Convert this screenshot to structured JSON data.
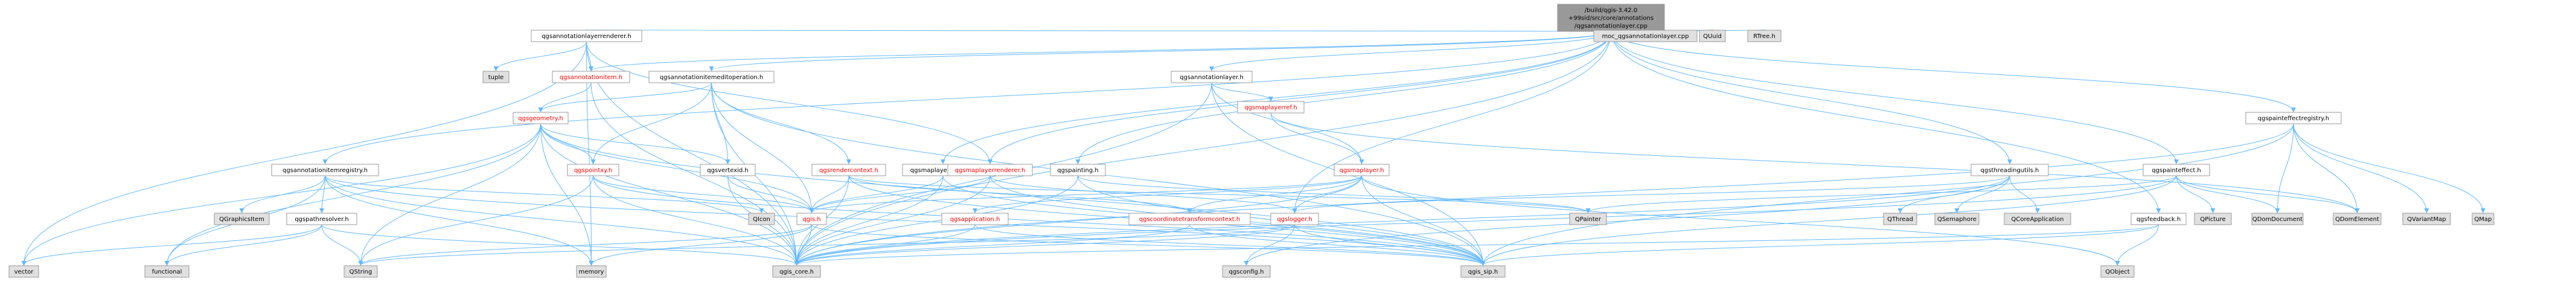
{
  "root": {
    "label": "/build/qgis-3.42.0+99sid/src/core/annotations/qgsannotationlayer.cpp"
  },
  "nodes": [
    {
      "id": "root",
      "lines": [
        "/build/qgis-3.42.0",
        "+99sid/src/core/annotations",
        "/qgsannotationlayer.cpp"
      ],
      "kind": "root"
    },
    {
      "id": "renderer",
      "lines": [
        "qgsannotationlayerrenderer.h"
      ],
      "kind": "plain"
    },
    {
      "id": "tuple",
      "lines": [
        "tuple"
      ],
      "kind": "grey"
    },
    {
      "id": "item",
      "lines": [
        "qgsannotationitem.h"
      ],
      "kind": "red"
    },
    {
      "id": "editop",
      "lines": [
        "qgsannotationitemeditoperation.h"
      ],
      "kind": "plain"
    },
    {
      "id": "geometry",
      "lines": [
        "qgsgeometry.h"
      ],
      "kind": "red"
    },
    {
      "id": "pointxy",
      "lines": [
        "qgspointxy.h"
      ],
      "kind": "red"
    },
    {
      "id": "vertexid",
      "lines": [
        "qgsvertexid.h"
      ],
      "kind": "plain"
    },
    {
      "id": "rendercontext",
      "lines": [
        "qgsrendercontext.h"
      ],
      "kind": "red"
    },
    {
      "id": "registry",
      "lines": [
        "qgsannotationitemregistry.h"
      ],
      "kind": "plain"
    },
    {
      "id": "qgraphicsitem",
      "lines": [
        "QGraphicsItem"
      ],
      "kind": "grey"
    },
    {
      "id": "pathresolver",
      "lines": [
        "qgspathresolver.h"
      ],
      "kind": "plain"
    },
    {
      "id": "vector",
      "lines": [
        "vector"
      ],
      "kind": "grey"
    },
    {
      "id": "functional",
      "lines": [
        "functional"
      ],
      "kind": "grey"
    },
    {
      "id": "qstring",
      "lines": [
        "QString"
      ],
      "kind": "grey"
    },
    {
      "id": "memory",
      "lines": [
        "memory"
      ],
      "kind": "grey"
    },
    {
      "id": "qgis_core",
      "lines": [
        "qgis_core.h"
      ],
      "kind": "grey"
    },
    {
      "id": "layerfactory",
      "lines": [
        "qgsmaplayerfactory.h"
      ],
      "kind": "plain"
    },
    {
      "id": "qicon",
      "lines": [
        "QIcon"
      ],
      "kind": "grey"
    },
    {
      "id": "qgis_h",
      "lines": [
        "qgis.h"
      ],
      "kind": "red"
    },
    {
      "id": "application",
      "lines": [
        "qgsapplication.h"
      ],
      "kind": "red"
    },
    {
      "id": "coordtransform",
      "lines": [
        "qgscoordinatetransformcontext.h"
      ],
      "kind": "red"
    },
    {
      "id": "maplayerrenderer",
      "lines": [
        "qgsmaplayerrenderer.h"
      ],
      "kind": "red"
    },
    {
      "id": "painting",
      "lines": [
        "qgspainting.h"
      ],
      "kind": "plain"
    },
    {
      "id": "annotationlayer",
      "lines": [
        "qgsannotationlayer.h"
      ],
      "kind": "plain"
    },
    {
      "id": "maplayerref",
      "lines": [
        "qgsmaplayerref.h"
      ],
      "kind": "red"
    },
    {
      "id": "maplayer",
      "lines": [
        "qgsmaplayer.h"
      ],
      "kind": "red"
    },
    {
      "id": "logger",
      "lines": [
        "qgslogger.h"
      ],
      "kind": "red"
    },
    {
      "id": "qgsconfig",
      "lines": [
        "qgsconfig.h"
      ],
      "kind": "grey"
    },
    {
      "id": "qgis_sip",
      "lines": [
        "qgis_sip.h"
      ],
      "kind": "grey"
    },
    {
      "id": "qpainter",
      "lines": [
        "QPainter"
      ],
      "kind": "grey"
    },
    {
      "id": "threadingutils",
      "lines": [
        "qgsthreadingutils.h"
      ],
      "kind": "plain"
    },
    {
      "id": "qthread",
      "lines": [
        "QThread"
      ],
      "kind": "grey"
    },
    {
      "id": "qsemaphore",
      "lines": [
        "QSemaphore"
      ],
      "kind": "grey"
    },
    {
      "id": "qcoreapp",
      "lines": [
        "QCoreApplication"
      ],
      "kind": "grey"
    },
    {
      "id": "qobject",
      "lines": [
        "QObject"
      ],
      "kind": "grey"
    },
    {
      "id": "feedback",
      "lines": [
        "qgsfeedback.h"
      ],
      "kind": "plain"
    },
    {
      "id": "painteffect",
      "lines": [
        "qgspainteffect.h"
      ],
      "kind": "plain"
    },
    {
      "id": "qpicture",
      "lines": [
        "QPicture"
      ],
      "kind": "grey"
    },
    {
      "id": "qdomdocument",
      "lines": [
        "QDomDocument"
      ],
      "kind": "grey"
    },
    {
      "id": "qdomelement",
      "lines": [
        "QDomElement"
      ],
      "kind": "grey"
    },
    {
      "id": "effectregistry",
      "lines": [
        "qgspainteffectregistry.h"
      ],
      "kind": "plain"
    },
    {
      "id": "qvariantmap",
      "lines": [
        "QVariantMap"
      ],
      "kind": "grey"
    },
    {
      "id": "qmap",
      "lines": [
        "QMap"
      ],
      "kind": "grey"
    },
    {
      "id": "moc",
      "lines": [
        "moc_qgsannotationlayer.cpp"
      ],
      "kind": "grey"
    },
    {
      "id": "quuid",
      "lines": [
        "QUuid"
      ],
      "kind": "grey"
    },
    {
      "id": "rtree",
      "lines": [
        "RTree.h"
      ],
      "kind": "grey"
    }
  ],
  "edges": [
    [
      "root",
      "renderer"
    ],
    [
      "root",
      "editop"
    ],
    [
      "root",
      "item"
    ],
    [
      "root",
      "registry"
    ],
    [
      "root",
      "annotationlayer"
    ],
    [
      "root",
      "maplayerrenderer"
    ],
    [
      "root",
      "painting"
    ],
    [
      "root",
      "layerfactory"
    ],
    [
      "root",
      "threadingutils"
    ],
    [
      "root",
      "feedback"
    ],
    [
      "root",
      "painteffect"
    ],
    [
      "root",
      "effectregistry"
    ],
    [
      "root",
      "moc"
    ],
    [
      "root",
      "quuid"
    ],
    [
      "root",
      "rtree"
    ],
    [
      "root",
      "qgis_core"
    ],
    [
      "root",
      "logger"
    ],
    [
      "renderer",
      "tuple"
    ],
    [
      "renderer",
      "item"
    ],
    [
      "renderer",
      "maplayerrenderer"
    ],
    [
      "renderer",
      "vector"
    ],
    [
      "renderer",
      "memory"
    ],
    [
      "renderer",
      "qgis_core"
    ],
    [
      "item",
      "geometry"
    ],
    [
      "item",
      "qgis_core"
    ],
    [
      "editop",
      "geometry"
    ],
    [
      "editop",
      "vertexid"
    ],
    [
      "editop",
      "rendercontext"
    ],
    [
      "editop",
      "pointxy"
    ],
    [
      "editop",
      "qgis_h"
    ],
    [
      "editop",
      "qgis_core"
    ],
    [
      "editop",
      "qgis_sip"
    ],
    [
      "geometry",
      "functional"
    ],
    [
      "geometry",
      "vector"
    ],
    [
      "geometry",
      "qstring"
    ],
    [
      "geometry",
      "memory"
    ],
    [
      "geometry",
      "qgis_core"
    ],
    [
      "geometry",
      "pointxy"
    ],
    [
      "geometry",
      "vertexid"
    ],
    [
      "geometry",
      "qgis_sip"
    ],
    [
      "geometry",
      "qgis_h"
    ],
    [
      "pointxy",
      "qgis_h"
    ],
    [
      "pointxy",
      "qstring"
    ],
    [
      "pointxy",
      "qgis_core"
    ],
    [
      "pointxy",
      "qgis_sip"
    ],
    [
      "vertexid",
      "qgis_core"
    ],
    [
      "vertexid",
      "qgis_h"
    ],
    [
      "rendercontext",
      "qgis_core"
    ],
    [
      "rendercontext",
      "qgis_sip"
    ],
    [
      "rendercontext",
      "qpainter"
    ],
    [
      "rendercontext",
      "coordtransform"
    ],
    [
      "rendercontext",
      "qgis_h"
    ],
    [
      "registry",
      "qgraphicsitem"
    ],
    [
      "registry",
      "pathresolver"
    ],
    [
      "registry",
      "qicon"
    ],
    [
      "registry",
      "qgis_core"
    ],
    [
      "registry",
      "qgis_sip"
    ],
    [
      "registry",
      "functional"
    ],
    [
      "registry",
      "memory"
    ],
    [
      "pathresolver",
      "vector"
    ],
    [
      "pathresolver",
      "functional"
    ],
    [
      "pathresolver",
      "qstring"
    ],
    [
      "pathresolver",
      "qgis_core"
    ],
    [
      "layerfactory",
      "qgis_core"
    ],
    [
      "layerfactory",
      "qgis_h"
    ],
    [
      "layerfactory",
      "qgis_sip"
    ],
    [
      "qgis_h",
      "qgis_core"
    ],
    [
      "qgis_h",
      "memory"
    ],
    [
      "qgis_h",
      "qstring"
    ],
    [
      "qgis_h",
      "qgis_sip"
    ],
    [
      "application",
      "qgis_core"
    ],
    [
      "application",
      "qgis_sip"
    ],
    [
      "coordtransform",
      "qgis_core"
    ],
    [
      "coordtransform",
      "qgis_sip"
    ],
    [
      "maplayerrenderer",
      "qgis_core"
    ],
    [
      "maplayerrenderer",
      "qgis_sip"
    ],
    [
      "maplayerrenderer",
      "qgis_h"
    ],
    [
      "maplayerrenderer",
      "logger"
    ],
    [
      "painting",
      "qgis_core"
    ],
    [
      "painting",
      "qgis_sip"
    ],
    [
      "painting",
      "qpainter"
    ],
    [
      "annotationlayer",
      "maplayer"
    ],
    [
      "annotationlayer",
      "maplayerref"
    ],
    [
      "annotationlayer",
      "qgis_core"
    ],
    [
      "annotationlayer",
      "qgis_sip"
    ],
    [
      "maplayerref",
      "maplayer"
    ],
    [
      "maplayerref",
      "qdomelement"
    ],
    [
      "maplayer",
      "qgis_core"
    ],
    [
      "maplayer",
      "qgis_sip"
    ],
    [
      "maplayer",
      "qobject"
    ],
    [
      "maplayer",
      "qgis_h"
    ],
    [
      "maplayer",
      "application"
    ],
    [
      "maplayer",
      "coordtransform"
    ],
    [
      "maplayer",
      "logger"
    ],
    [
      "logger",
      "qgsconfig"
    ],
    [
      "logger",
      "qgis_core"
    ],
    [
      "logger",
      "qstring"
    ],
    [
      "logger",
      "qgis_sip"
    ],
    [
      "threadingutils",
      "qthread"
    ],
    [
      "threadingutils",
      "qsemaphore"
    ],
    [
      "threadingutils",
      "qcoreapp"
    ],
    [
      "threadingutils",
      "logger"
    ],
    [
      "threadingutils",
      "qgis_core"
    ],
    [
      "threadingutils",
      "qgsconfig"
    ],
    [
      "feedback",
      "qobject"
    ],
    [
      "feedback",
      "qgis_core"
    ],
    [
      "feedback",
      "qgis_sip"
    ],
    [
      "painteffect",
      "qpicture"
    ],
    [
      "painteffect",
      "qdomdocument"
    ],
    [
      "painteffect",
      "qdomelement"
    ],
    [
      "painteffect",
      "qpainter"
    ],
    [
      "painteffect",
      "qgis_core"
    ],
    [
      "painteffect",
      "qgis_sip"
    ],
    [
      "effectregistry",
      "qvariantmap"
    ],
    [
      "effectregistry",
      "qmap"
    ],
    [
      "effectregistry",
      "qdomdocument"
    ],
    [
      "effectregistry",
      "qdomelement"
    ],
    [
      "effectregistry",
      "qgis_core"
    ],
    [
      "effectregistry",
      "qgis_sip"
    ]
  ]
}
